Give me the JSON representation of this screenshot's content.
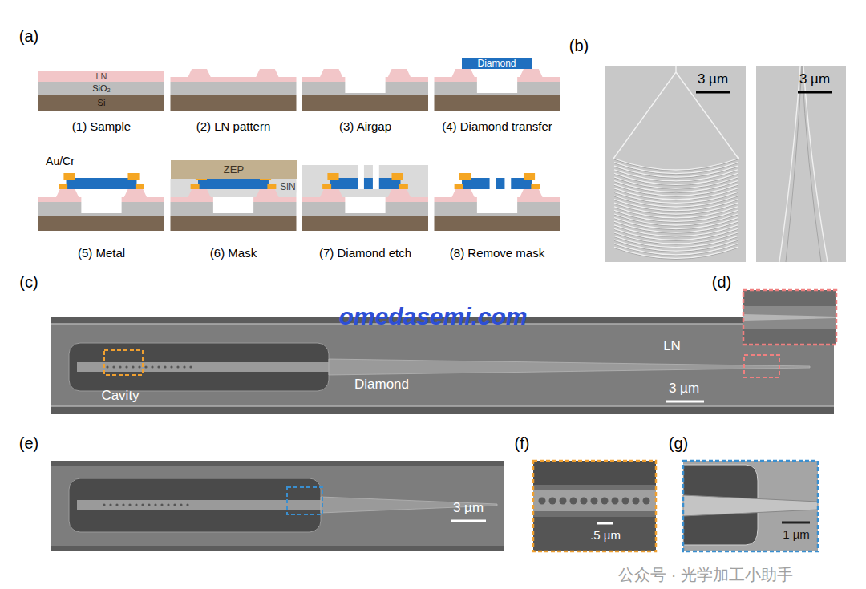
{
  "diagram": {
    "nodes": [
      {
        "text": [
          "LN"
        ]
      },
      {
        "text": [
          "SiO₂"
        ]
      },
      {
        "text": [
          "Si"
        ]
      },
      {
        "text": [
          "Diamond"
        ]
      },
      {
        "text": [
          "ZEP"
        ]
      }
    ],
    "labels": [
      "(a)",
      "(b)",
      "(c)",
      "(d)",
      "(e)",
      "(f)",
      "(g)",
      "Au/Cr",
      "SiN",
      "(1) Sample",
      "(2) LN pattern",
      "(3) Airgap",
      "(4) Diamond transfer",
      "(5) Metal",
      "(6) Mask",
      "(7) Diamond etch",
      "(8) Remove mask",
      "3 µm",
      "3 µm",
      "omedasemi.com",
      "LN",
      "Cavity",
      "Diamond",
      "3 µm",
      "3 µm",
      ".5 µm",
      "1 µm",
      "公众号 · 光学加工小助手"
    ]
  }
}
